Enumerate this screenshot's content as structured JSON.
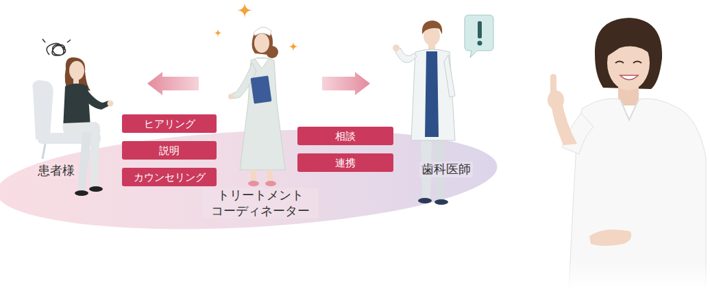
{
  "diagram": {
    "nodes": [
      {
        "text": [
          "患者様"
        ]
      },
      {
        "text": [
          "トリートメント コーディネーター"
        ]
      },
      {
        "text": [
          "歯科医師"
        ]
      },
      {
        "text": [
          "ヒアリング"
        ]
      },
      {
        "text": [
          "説明"
        ]
      },
      {
        "text": [
          "カウンセリング"
        ]
      },
      {
        "text": [
          "相談"
        ]
      },
      {
        "text": [
          "連携"
        ]
      }
    ],
    "edges": [
      {
        "from": 1,
        "to": 0,
        "arrow": "to"
      },
      {
        "from": 1,
        "to": 2,
        "arrow": "to"
      }
    ]
  }
}
